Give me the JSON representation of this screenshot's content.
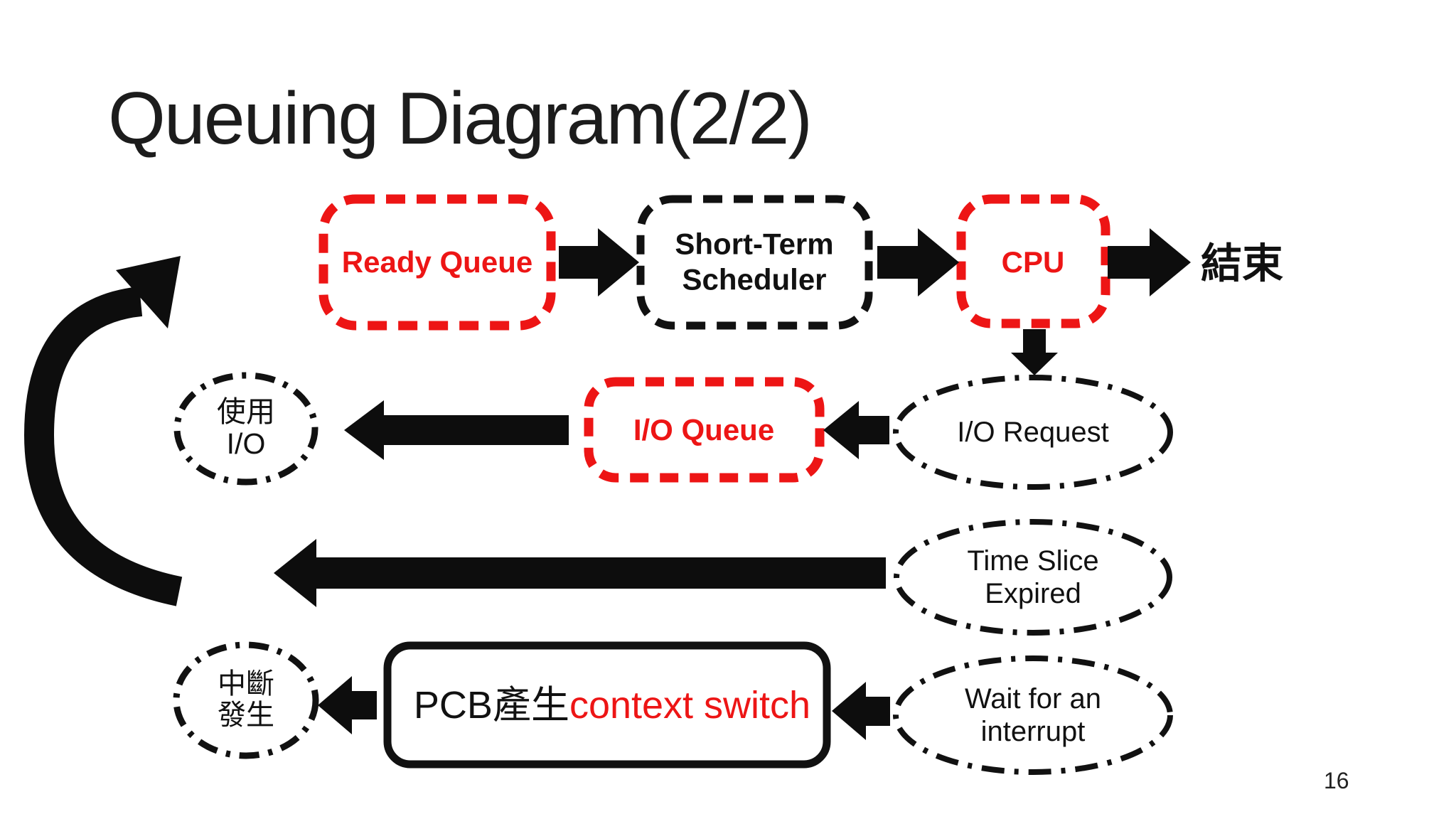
{
  "slide": {
    "title": "Queuing Diagram(2/2)",
    "page_number": "16"
  },
  "colors": {
    "accent_red": "#ed1515",
    "ink": "#111111",
    "background": "#ffffff"
  },
  "nodes": {
    "ready_queue": {
      "label": "Ready Queue",
      "shape": "dashed-rounded-rect",
      "border": "red"
    },
    "short_term_scheduler": {
      "label": "Short-Term\nScheduler",
      "shape": "dashed-rounded-rect",
      "border": "black"
    },
    "cpu": {
      "label": "CPU",
      "shape": "dashed-rounded-rect",
      "border": "red"
    },
    "end": {
      "label": "結束"
    },
    "use_io": {
      "label": "使用\nI/O",
      "shape": "dash-dot-ellipse"
    },
    "io_queue": {
      "label": "I/O Queue",
      "shape": "dashed-rounded-rect",
      "border": "red"
    },
    "io_request": {
      "label": "I/O Request",
      "shape": "dash-dot-ellipse"
    },
    "time_slice_expired": {
      "label": "Time Slice\nExpired",
      "shape": "dash-dot-ellipse"
    },
    "interrupt_occurs": {
      "label": "中斷\n發生",
      "shape": "dash-dot-ellipse"
    },
    "pcb": {
      "label_black": "PCB產生",
      "label_red": "context switch",
      "shape": "solid-rounded-rect"
    },
    "wait_for_interrupt": {
      "label": "Wait for an\ninterrupt",
      "shape": "dash-dot-ellipse"
    }
  },
  "edges": [
    {
      "from": "ready_queue",
      "to": "short_term_scheduler"
    },
    {
      "from": "short_term_scheduler",
      "to": "cpu"
    },
    {
      "from": "cpu",
      "to": "end"
    },
    {
      "from": "cpu",
      "to": "io_request"
    },
    {
      "from": "io_request",
      "to": "io_queue"
    },
    {
      "from": "io_queue",
      "to": "use_io"
    },
    {
      "from": "time_slice_expired",
      "to": "ready_queue"
    },
    {
      "from": "wait_for_interrupt",
      "to": "pcb"
    },
    {
      "from": "pcb",
      "to": "interrupt_occurs"
    }
  ]
}
